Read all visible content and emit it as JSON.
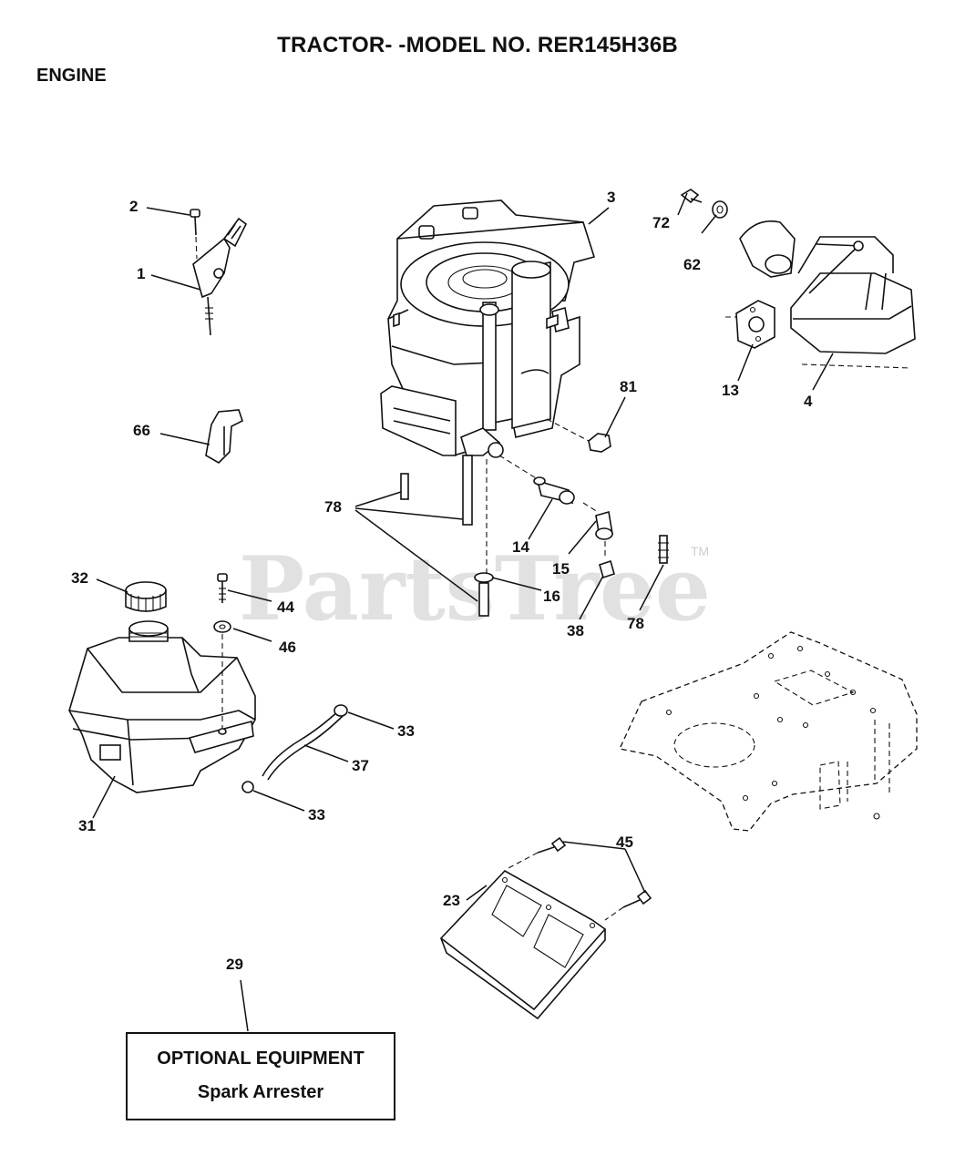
{
  "header": {
    "title": "TRACTOR- -MODEL NO. RER145H36B",
    "section": "ENGINE"
  },
  "watermark": {
    "text": "PartsTree",
    "tm": "TM"
  },
  "callouts": {
    "c1": "1",
    "c2": "2",
    "c3": "3",
    "c4": "4",
    "c13": "13",
    "c14": "14",
    "c15": "15",
    "c16": "16",
    "c23": "23",
    "c29": "29",
    "c31": "31",
    "c32": "32",
    "c33a": "33",
    "c33b": "33",
    "c37": "37",
    "c38": "38",
    "c44": "44",
    "c45": "45",
    "c46": "46",
    "c62": "62",
    "c66": "66",
    "c72": "72",
    "c78a": "78",
    "c78b": "78",
    "c81": "81"
  },
  "optional_box": {
    "title": "OPTIONAL EQUIPMENT",
    "item": "Spark Arrester"
  }
}
